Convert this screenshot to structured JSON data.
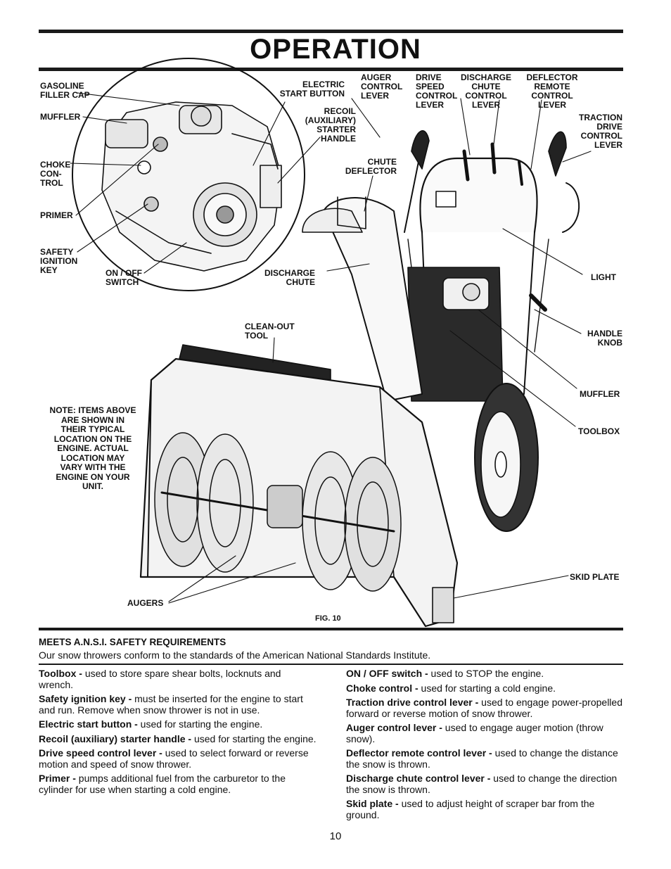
{
  "header": {
    "title": "OPERATION"
  },
  "labels": {
    "gasoline_filler_cap": "GASOLINE\nFILLER CAP",
    "muffler_engine": "MUFFLER",
    "choke_control": "CHOKE\nCON-\nTROL",
    "primer": "PRIMER",
    "safety_ignition_key": "SAFETY\nIGNITION\nKEY",
    "on_off_switch": "ON / OFF\nSWITCH",
    "electric_start_button": "ELECTRIC\nSTART BUTTON",
    "recoil_starter_handle": "RECOIL\n(AUXILIARY)\nSTARTER\nHANDLE",
    "auger_control_lever": "AUGER\nCONTROL\nLEVER",
    "drive_speed_control_lever": "DRIVE\nSPEED\nCONTROL\nLEVER",
    "discharge_chute_control_lever": "DISCHARGE\nCHUTE\nCONTROL\nLEVER",
    "deflector_remote_control_lever": "DEFLECTOR\nREMOTE\nCONTROL\nLEVER",
    "traction_drive_control_lever": "TRACTION\nDRIVE\nCONTROL\nLEVER",
    "chute_deflector": "CHUTE\nDEFLECTOR",
    "discharge_chute": "DISCHARGE\nCHUTE",
    "light": "LIGHT",
    "handle_knob": "HANDLE\nKNOB",
    "clean_out_tool": "CLEAN-OUT\nTOOL",
    "muffler": "MUFFLER",
    "toolbox": "TOOLBOX",
    "skid_plate": "SKID PLATE",
    "augers": "AUGERS"
  },
  "note": "NOTE: ITEMS ABOVE\nARE SHOWN IN\nTHEIR TYPICAL\nLOCATION ON THE\nENGINE. ACTUAL\nLOCATION MAY\nVARY WITH THE\nENGINE ON YOUR\nUNIT.",
  "figure_caption": "FIG. 10",
  "ansi": {
    "heading": "MEETS A.N.S.I. SAFETY REQUIREMENTS",
    "text": "Our snow throwers conform to the standards of the American National Standards Institute."
  },
  "left_column": [
    {
      "term": "Toolbox -",
      "desc": " used to store spare shear bolts, locknuts and wrench."
    },
    {
      "term": "Safety ignition key -",
      "desc": " must be inserted for the engine to start and run. Remove when snow thrower is not in use."
    },
    {
      "term": "Electric start button -",
      "desc": " used for starting the engine."
    },
    {
      "term": "Recoil (auxiliary) starter handle -",
      "desc": " used for starting the engine."
    },
    {
      "term": "Drive speed control lever -",
      "desc": " used to select forward or reverse motion and speed of snow thrower."
    },
    {
      "term": "Primer -",
      "desc": " pumps additional fuel from the carburetor to the cylinder for use when starting a cold engine."
    }
  ],
  "right_column": [
    {
      "term": "ON / OFF switch -",
      "desc": " used to STOP the engine."
    },
    {
      "term": "Choke control -",
      "desc": " used for starting a cold engine."
    },
    {
      "term": "Traction drive control lever -",
      "desc": " used to engage power-propelled forward or reverse motion of snow thrower."
    },
    {
      "term": "Auger control lever -",
      "desc": " used to engage auger motion (throw snow)."
    },
    {
      "term": "Deflector remote control lever -",
      "desc": " used to change the distance the snow is thrown."
    },
    {
      "term": "Discharge chute control lever -",
      "desc": " used to change the direction the snow is thrown."
    },
    {
      "term": "Skid plate -",
      "desc": " used to adjust height of scraper bar from the ground."
    }
  ],
  "page_number": "10"
}
